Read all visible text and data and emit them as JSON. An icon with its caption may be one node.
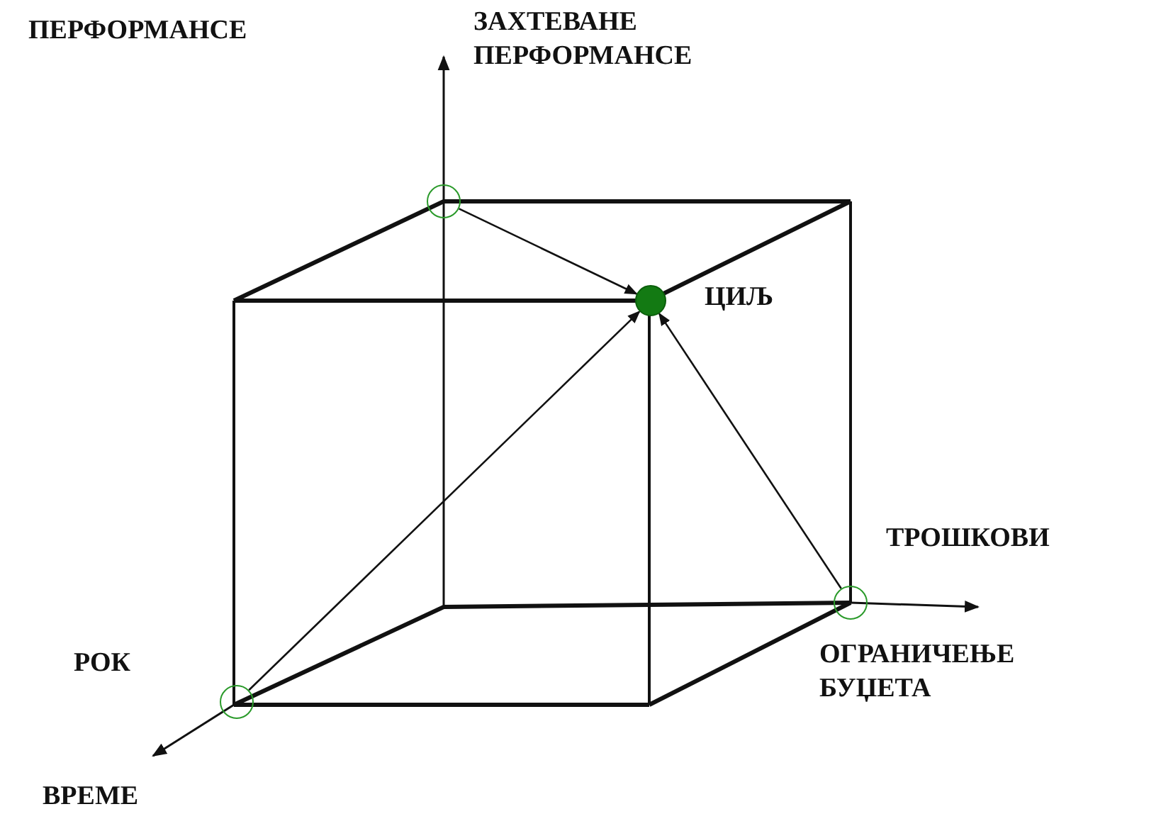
{
  "diagram": {
    "nodes": [
      {
        "text": [],
        "shape": "circle"
      },
      {
        "text": [],
        "shape": "dot",
        "beside": [
          "ЦИЉ"
        ]
      },
      {
        "text": [],
        "shape": "circle",
        "beside": [
          "ОГРАНИЧЕЊЕ БУЏЕТА"
        ]
      },
      {
        "text": [],
        "shape": "circle",
        "beside": [
          "РОК"
        ]
      }
    ],
    "edges": [
      {
        "from": 0,
        "to": 1,
        "arrow": "to"
      },
      {
        "from": 3,
        "to": 1,
        "arrow": "to"
      },
      {
        "from": 2,
        "to": 1,
        "arrow": "to"
      }
    ],
    "labels": [
      "ПЕРФОРМАНСЕ",
      "ЗАХТЕВАНЕ ПЕРФОРМАНСЕ",
      "ТРОШКОВИ",
      "ВРЕМЕ"
    ]
  }
}
